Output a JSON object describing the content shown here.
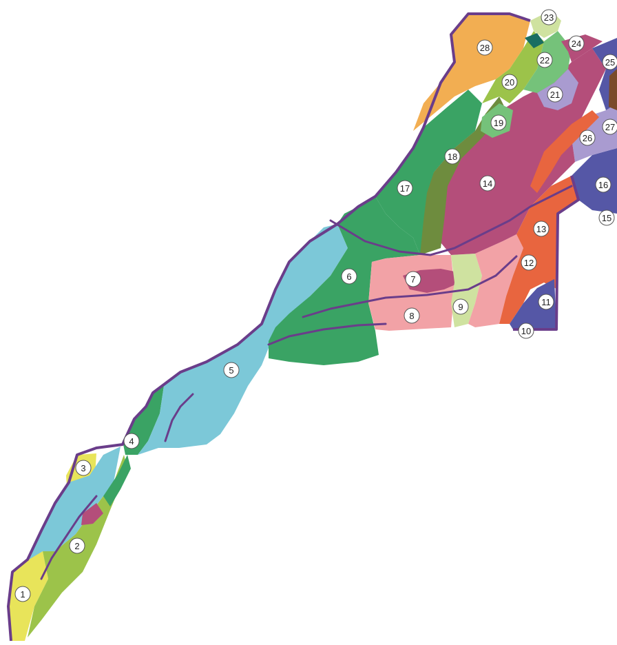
{
  "map": {
    "colors": {
      "boundary": "#6a3d8a",
      "river": "#6a3d8a",
      "yellow": "#e8e45a",
      "lime": "#9cc34a",
      "lightblue": "#7cc8d8",
      "green": "#3aa364",
      "pink": "#f2a2a6",
      "palegreen": "#cfe2a0",
      "magenta": "#b44e7a",
      "orange": "#e8653f",
      "indigo": "#5557a6",
      "olive": "#6e8c3e",
      "lightgreen": "#75c27a",
      "lavender": "#a99bd0",
      "teal": "#1a6e62",
      "tan": "#f2ae52",
      "brown": "#7a4a2a"
    },
    "regions": [
      {
        "id": 1,
        "label": "1"
      },
      {
        "id": 2,
        "label": "2"
      },
      {
        "id": 3,
        "label": "3"
      },
      {
        "id": 4,
        "label": "4"
      },
      {
        "id": 5,
        "label": "5"
      },
      {
        "id": 6,
        "label": "6"
      },
      {
        "id": 7,
        "label": "7"
      },
      {
        "id": 8,
        "label": "8"
      },
      {
        "id": 9,
        "label": "9"
      },
      {
        "id": 10,
        "label": "10"
      },
      {
        "id": 11,
        "label": "11"
      },
      {
        "id": 12,
        "label": "12"
      },
      {
        "id": 13,
        "label": "13"
      },
      {
        "id": 14,
        "label": "14"
      },
      {
        "id": 15,
        "label": "15"
      },
      {
        "id": 16,
        "label": "16"
      },
      {
        "id": 17,
        "label": "17"
      },
      {
        "id": 18,
        "label": "18"
      },
      {
        "id": 19,
        "label": "19"
      },
      {
        "id": 20,
        "label": "20"
      },
      {
        "id": 21,
        "label": "21"
      },
      {
        "id": 22,
        "label": "22"
      },
      {
        "id": 23,
        "label": "23"
      },
      {
        "id": 24,
        "label": "24"
      },
      {
        "id": 25,
        "label": "25"
      },
      {
        "id": 26,
        "label": "26"
      },
      {
        "id": 27,
        "label": "27"
      },
      {
        "id": 28,
        "label": "28"
      }
    ]
  }
}
